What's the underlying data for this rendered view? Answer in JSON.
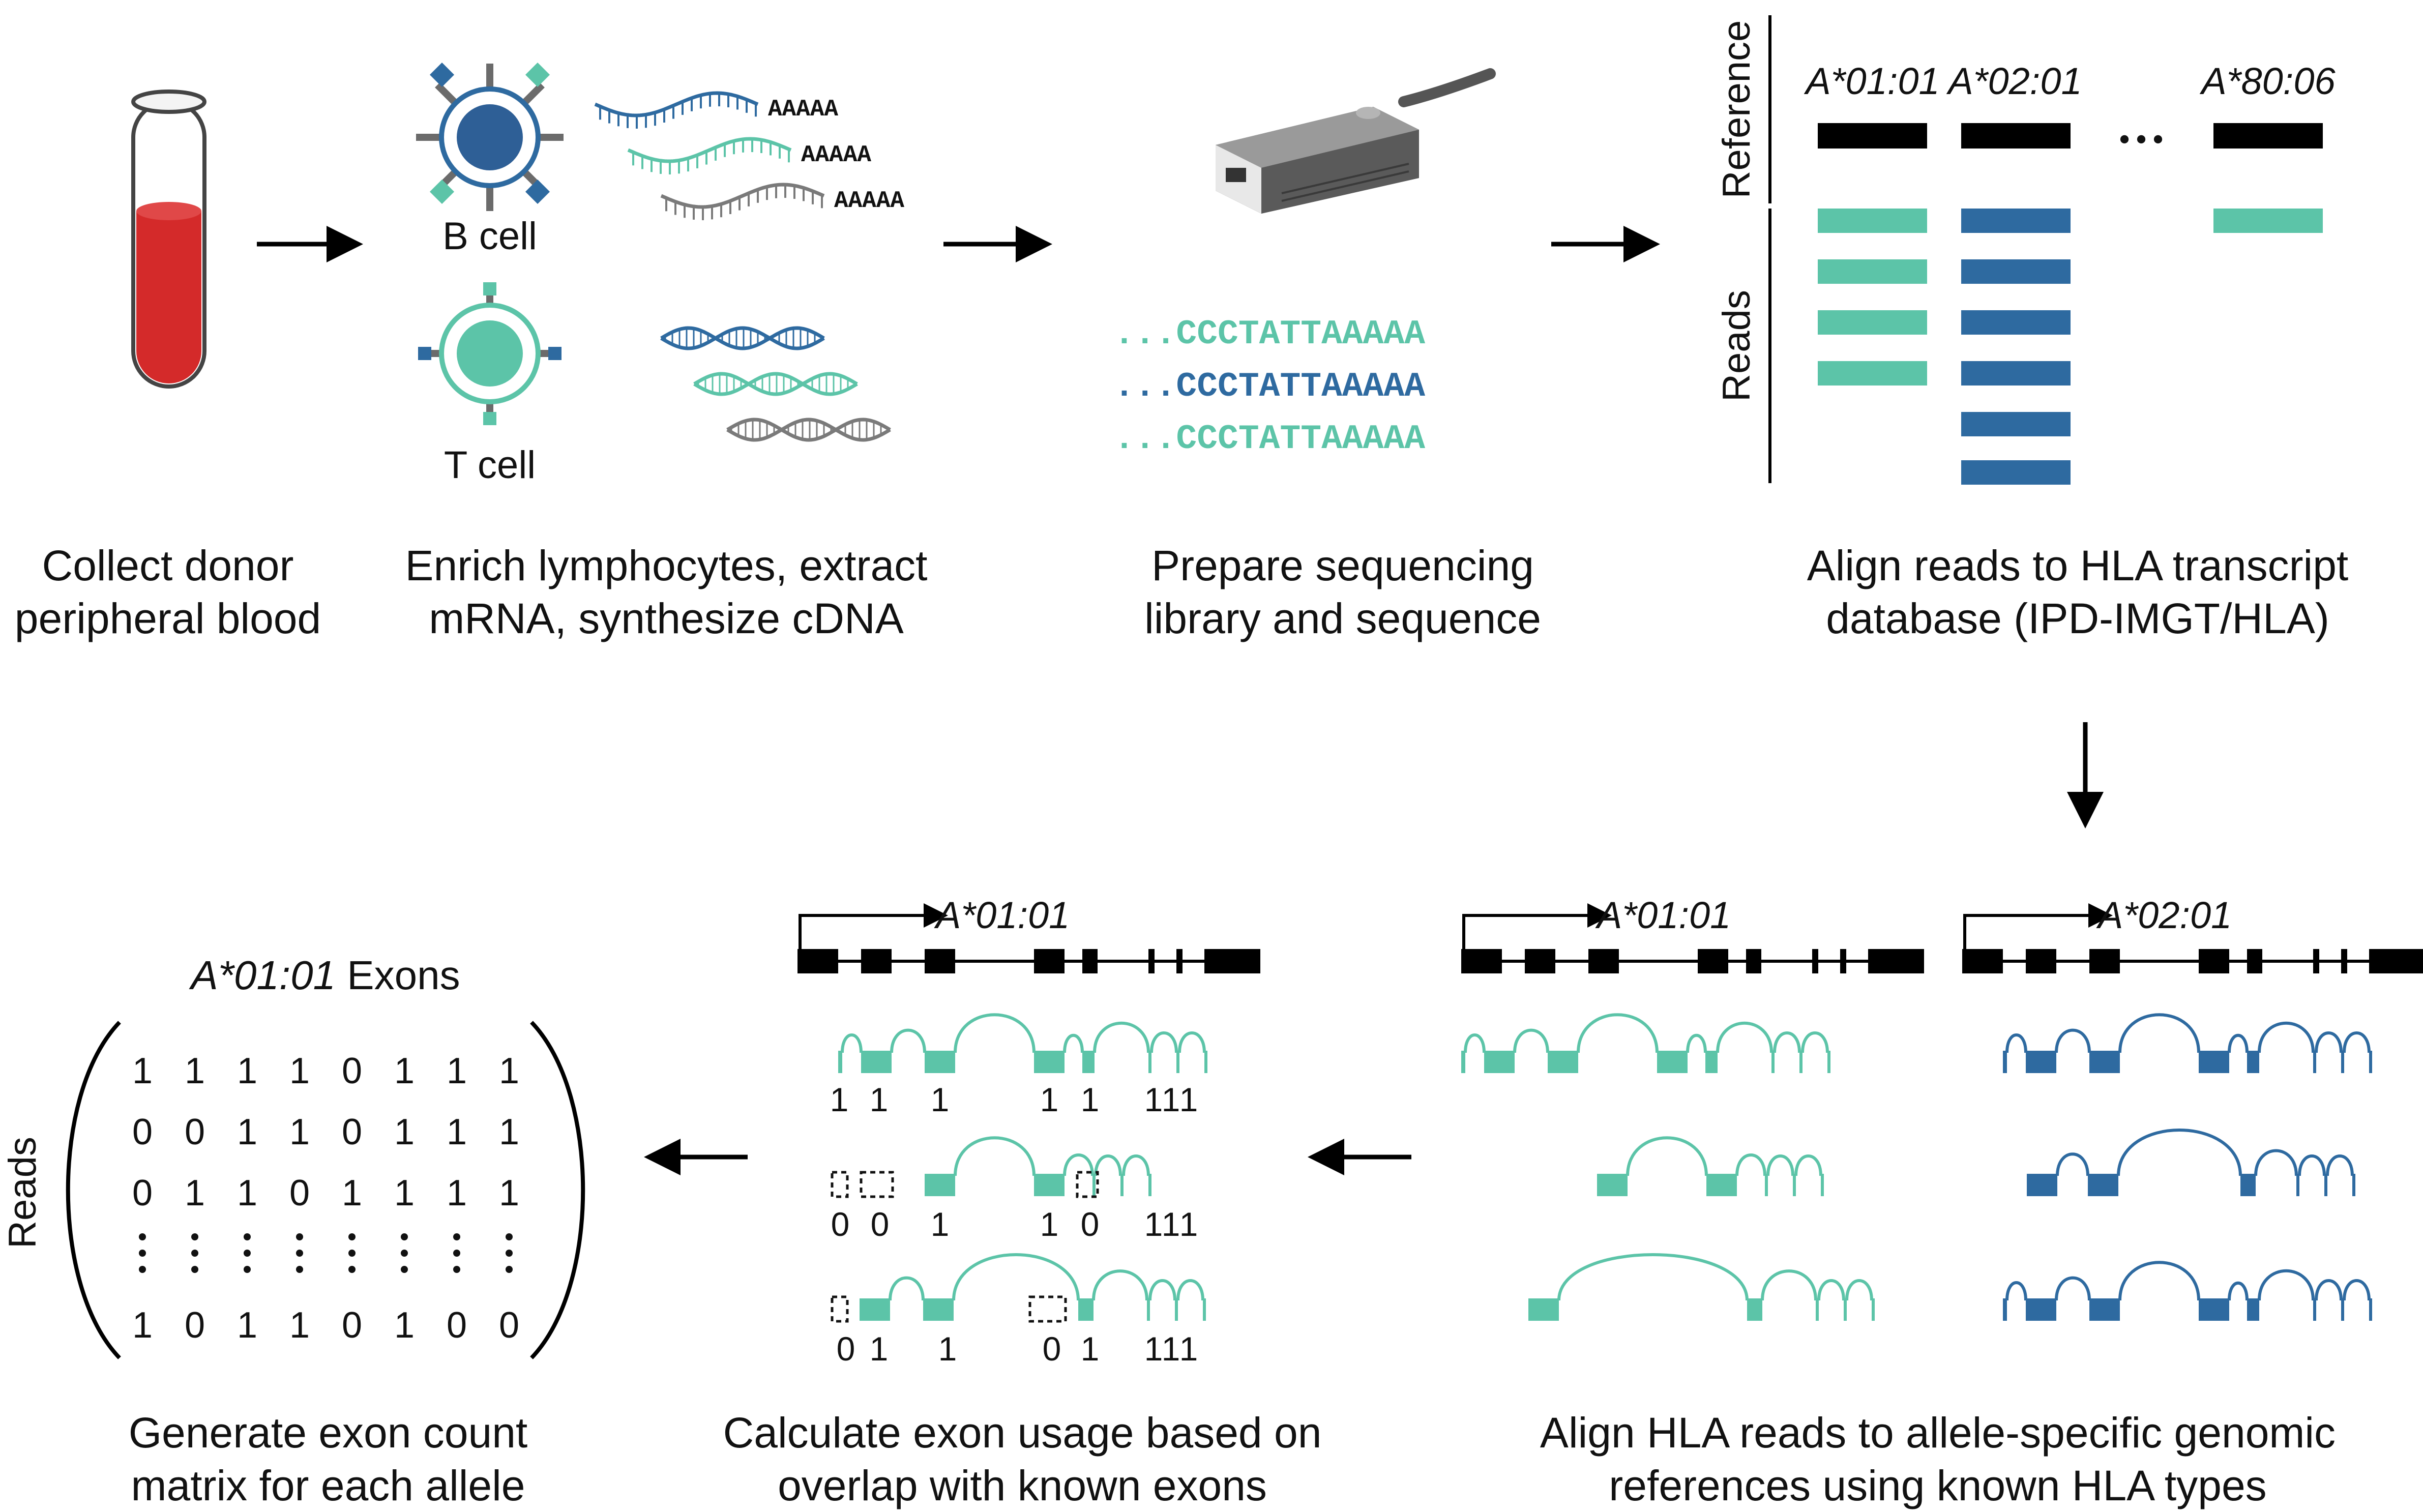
{
  "colors": {
    "teal": "#5cc4a8",
    "blue": "#2e6aa0",
    "gray": "#7a7a7a",
    "blood_red": "#d42a2a",
    "black": "#000000"
  },
  "steps": {
    "step1": {
      "lines": [
        "Collect donor",
        "peripheral blood"
      ]
    },
    "step2": {
      "lines": [
        "Enrich lymphocytes, extract",
        "mRNA, synthesize cDNA"
      ]
    },
    "step3": {
      "lines": [
        "Prepare sequencing",
        "library and sequence"
      ]
    },
    "step4": {
      "lines": [
        "Align reads to HLA transcript",
        "database (IPD-IMGT/HLA)"
      ]
    },
    "step5": {
      "lines": [
        "Align HLA reads to allele-specific genomic",
        "references using known HLA types"
      ]
    },
    "step6": {
      "lines": [
        "Calculate exon usage based on",
        "overlap with known exons"
      ]
    },
    "step7": {
      "lines": [
        "Generate exon count",
        "matrix for each allele"
      ]
    }
  },
  "cells": {
    "b_cell": "B cell",
    "t_cell": "T cell",
    "polya": "AAAAA"
  },
  "sequences": [
    "...CCCTATTAAAAA",
    "...CCCTATTAAAAA",
    "...CCCTATTAAAAA"
  ],
  "alignment": {
    "reference_label": "Reference",
    "reads_label": "Reads",
    "alleles": [
      "A*01:01",
      "A*02:01",
      "A*80:06"
    ],
    "ellipsis": "•••"
  },
  "genomic": {
    "allele_teal": "A*01:01",
    "allele_blue": "A*02:01"
  },
  "exon_usage": {
    "allele": "A*01:01",
    "rows": [
      [
        "1",
        "1",
        "1",
        "1",
        "1",
        "1",
        "1"
      ],
      [
        "0",
        "0",
        "1",
        "1",
        "0",
        "1",
        "1",
        "1"
      ],
      [
        "0",
        "1",
        "1",
        "0",
        "1",
        "1",
        "1",
        "1"
      ]
    ]
  },
  "matrix": {
    "title_allele": "A*01:01",
    "title_suffix": " Exons",
    "row_label": "Reads",
    "rows": [
      [
        "1",
        "1",
        "1",
        "1",
        "0",
        "1",
        "1",
        "1"
      ],
      [
        "0",
        "0",
        "1",
        "1",
        "0",
        "1",
        "1",
        "1"
      ],
      [
        "0",
        "1",
        "1",
        "0",
        "1",
        "1",
        "1",
        "1"
      ],
      [
        "1",
        "0",
        "1",
        "1",
        "0",
        "1",
        "0",
        "0"
      ]
    ]
  }
}
